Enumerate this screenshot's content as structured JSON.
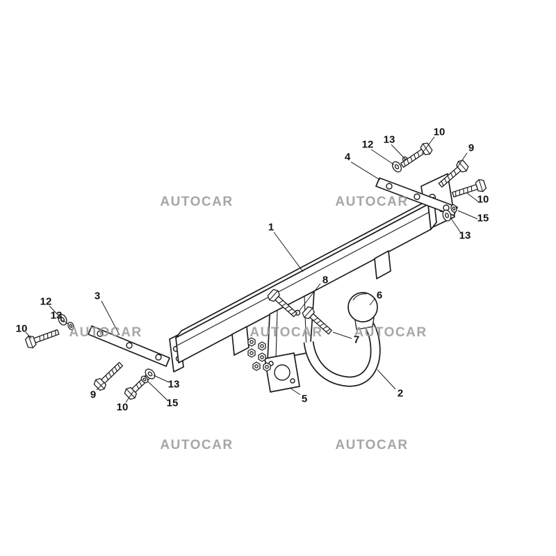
{
  "page": {
    "background": "#ffffff"
  },
  "watermark": {
    "text": "AUTOCAR",
    "color": "#9a9a9a"
  },
  "diagram": {
    "stroke_color": "#1c1c1c",
    "part_labels": [
      {
        "text": "10"
      },
      {
        "text": "13"
      },
      {
        "text": "12"
      },
      {
        "text": "4"
      },
      {
        "text": "9"
      },
      {
        "text": "10"
      },
      {
        "text": "15"
      },
      {
        "text": "13"
      },
      {
        "text": "1"
      },
      {
        "text": "8"
      },
      {
        "text": "6"
      },
      {
        "text": "7"
      },
      {
        "text": "12"
      },
      {
        "text": "13"
      },
      {
        "text": "3"
      },
      {
        "text": "10"
      },
      {
        "text": "9"
      },
      {
        "text": "10"
      },
      {
        "text": "13"
      },
      {
        "text": "15"
      },
      {
        "text": "5"
      },
      {
        "text": "2"
      }
    ]
  }
}
